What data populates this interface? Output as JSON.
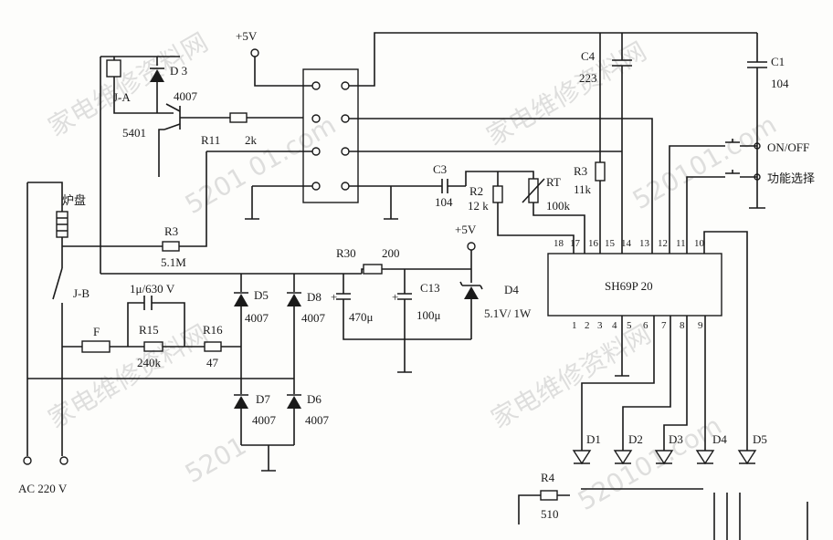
{
  "supply": {
    "vcc_top": "+5V",
    "vcc_mid": "+5V",
    "ac_input": "AC 220 V"
  },
  "components": {
    "D3": "D 3",
    "D3_val": "4007",
    "JA": "J-A",
    "Q1": "5401",
    "R11": "R11",
    "R11_val": "2k",
    "R3a": "R3",
    "R3a_val": "5.1M",
    "coil": "炉盘",
    "JB": "J-B",
    "F": "F",
    "Cx": "1μ/630 V",
    "R15": "R15",
    "R15_val": "240k",
    "R16": "R16",
    "R16_val": "47",
    "D5": "D5",
    "D5_val": "4007",
    "D8": "D8",
    "D8_val": "4007",
    "D7": "D7",
    "D7_val": "4007",
    "D6": "D6",
    "D6_val": "4007",
    "R30": "R30",
    "R30_val": "200",
    "C_470": "470μ",
    "C13": "C13",
    "C13_val": "100μ",
    "D4": "D4",
    "D4_val": "5.1V/ 1W",
    "C3": "C3",
    "C3_val": "104",
    "R2": "R2",
    "R2_val": "12 k",
    "RT": "RT",
    "RT_val": "100k",
    "R3b": "R3",
    "R3b_val": "11k",
    "C4": "C4",
    "C4_val": "223",
    "C1": "C1",
    "C1_val": "104",
    "sw1": "ON/OFF",
    "sw2": "功能选择",
    "IC": "SH69P 20",
    "R4": "R4",
    "R4_val": "510",
    "LD1": "D1",
    "LD2": "D2",
    "LD3": "D3",
    "LD4": "D4",
    "LD5": "D5"
  },
  "pins_top": [
    "18",
    "17",
    "16",
    "15",
    "14",
    "13",
    "12",
    "11",
    "10"
  ],
  "pins_bottom": [
    "1",
    "2",
    "3",
    "4",
    "5",
    "6",
    "7",
    "8",
    "9"
  ],
  "watermarks": [
    "家电维修资料网",
    "5201 01.com",
    "家电维修资料网",
    "520101.com",
    "家电维修资料网",
    "5201",
    "家电维修资料网",
    "520101.com"
  ]
}
